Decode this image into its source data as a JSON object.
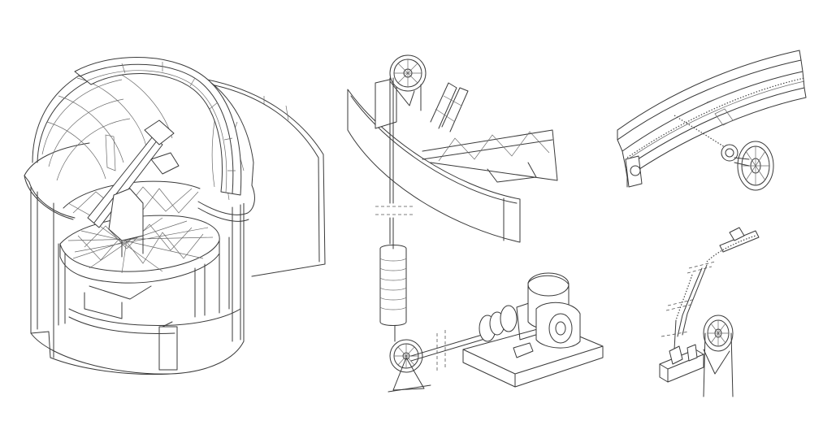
{
  "illustration": {
    "panels": [
      {
        "id": "dome",
        "depicts": "observatory-dome-cutaway"
      },
      {
        "id": "counterweight",
        "depicts": "counterweight-pulley-drive"
      },
      {
        "id": "rail",
        "depicts": "curved-rail-with-gear-drive"
      },
      {
        "id": "chain",
        "depicts": "chain-sprocket-mechanism"
      }
    ],
    "colors": {
      "stroke": "#3a3a3a",
      "background": "#ffffff"
    }
  }
}
